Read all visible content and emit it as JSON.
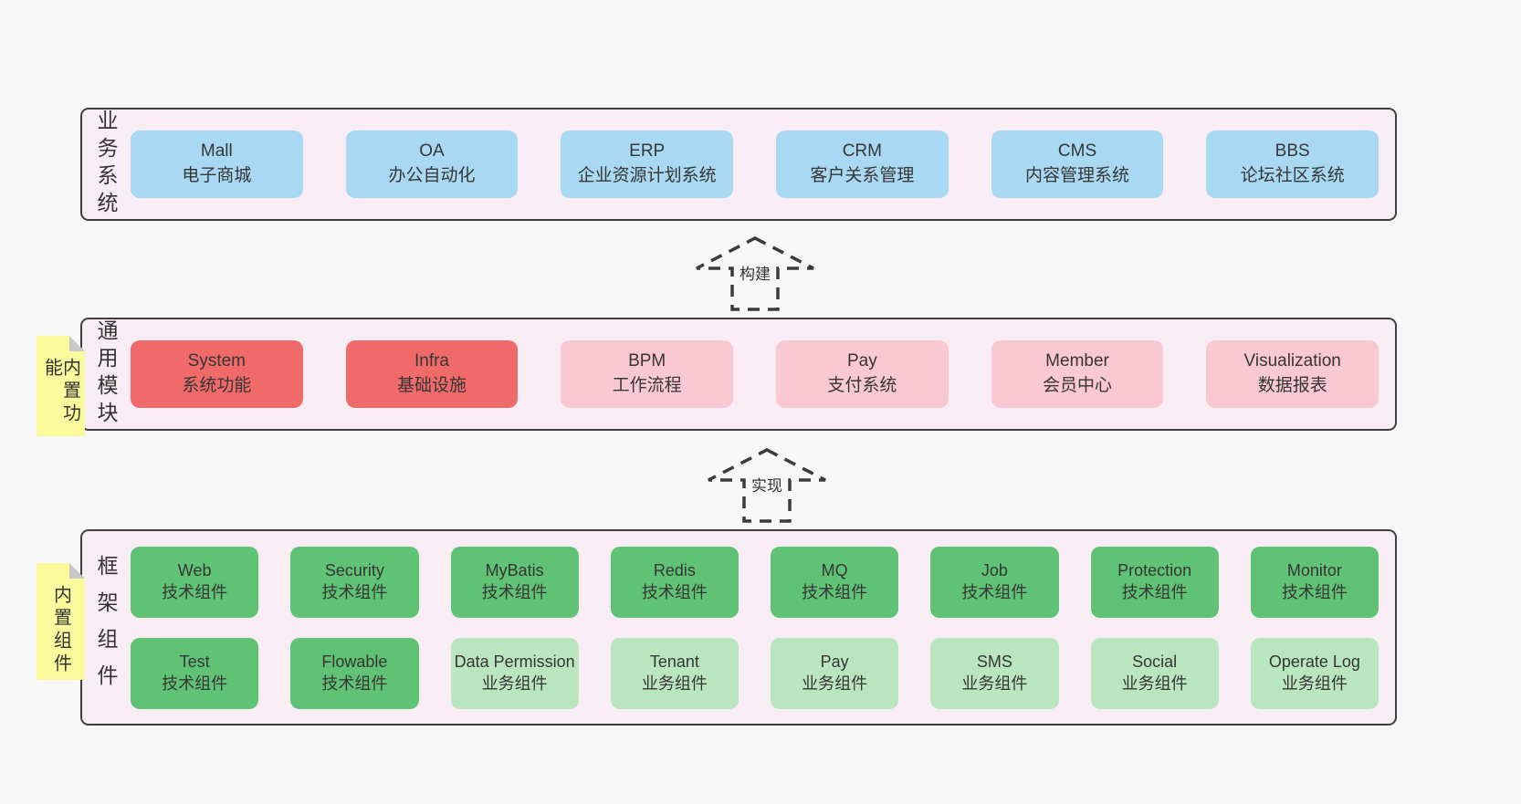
{
  "colors": {
    "page_bg": "#f7f7f7",
    "band_bg": "#f8edf5",
    "band_border": "#3f3f3f",
    "box_blue": "#a9d9f2",
    "box_red": "#f16a6a",
    "box_pink": "#f9c8d3",
    "box_green": "#60c274",
    "box_green_light": "#b9e5bf",
    "note_yellow": "#fafa9d",
    "note_fold": "#c8c8c8",
    "text_dark": "#363636",
    "arrow_stroke": "#3b3b3b"
  },
  "arrows": {
    "build": "构建",
    "implement": "实现"
  },
  "layers": {
    "business": {
      "label": "业务系统",
      "boxes": [
        {
          "title": "Mall",
          "subtitle": "电子商城",
          "variant": "blue"
        },
        {
          "title": "OA",
          "subtitle": "办公自动化",
          "variant": "blue"
        },
        {
          "title": "ERP",
          "subtitle": "企业资源计划系统",
          "variant": "blue"
        },
        {
          "title": "CRM",
          "subtitle": "客户关系管理",
          "variant": "blue"
        },
        {
          "title": "CMS",
          "subtitle": "内容管理系统",
          "variant": "blue"
        },
        {
          "title": "BBS",
          "subtitle": "论坛社区系统",
          "variant": "blue"
        }
      ]
    },
    "modules": {
      "note": "内置功能",
      "label": "通用模块",
      "boxes": [
        {
          "title": "System",
          "subtitle": "系统功能",
          "variant": "red"
        },
        {
          "title": "Infra",
          "subtitle": "基础设施",
          "variant": "red"
        },
        {
          "title": "BPM",
          "subtitle": "工作流程",
          "variant": "pink"
        },
        {
          "title": "Pay",
          "subtitle": "支付系统",
          "variant": "pink"
        },
        {
          "title": "Member",
          "subtitle": "会员中心",
          "variant": "pink"
        },
        {
          "title": "Visualization",
          "subtitle": "数据报表",
          "variant": "pink"
        }
      ]
    },
    "components": {
      "note": "内置组件",
      "label": "框架组件",
      "row1": [
        {
          "title": "Web",
          "subtitle": "技术组件",
          "variant": "green"
        },
        {
          "title": "Security",
          "subtitle": "技术组件",
          "variant": "green"
        },
        {
          "title": "MyBatis",
          "subtitle": "技术组件",
          "variant": "green"
        },
        {
          "title": "Redis",
          "subtitle": "技术组件",
          "variant": "green"
        },
        {
          "title": "MQ",
          "subtitle": "技术组件",
          "variant": "green"
        },
        {
          "title": "Job",
          "subtitle": "技术组件",
          "variant": "green"
        },
        {
          "title": "Protection",
          "subtitle": "技术组件",
          "variant": "green"
        },
        {
          "title": "Monitor",
          "subtitle": "技术组件",
          "variant": "green"
        }
      ],
      "row2": [
        {
          "title": "Test",
          "subtitle": "技术组件",
          "variant": "green"
        },
        {
          "title": "Flowable",
          "subtitle": "技术组件",
          "variant": "green"
        },
        {
          "title": "Data Permission",
          "subtitle": "业务组件",
          "variant": "green-light"
        },
        {
          "title": "Tenant",
          "subtitle": "业务组件",
          "variant": "green-light"
        },
        {
          "title": "Pay",
          "subtitle": "业务组件",
          "variant": "green-light"
        },
        {
          "title": "SMS",
          "subtitle": "业务组件",
          "variant": "green-light"
        },
        {
          "title": "Social",
          "subtitle": "业务组件",
          "variant": "green-light"
        },
        {
          "title": "Operate Log",
          "subtitle": "业务组件",
          "variant": "green-light"
        }
      ]
    }
  }
}
